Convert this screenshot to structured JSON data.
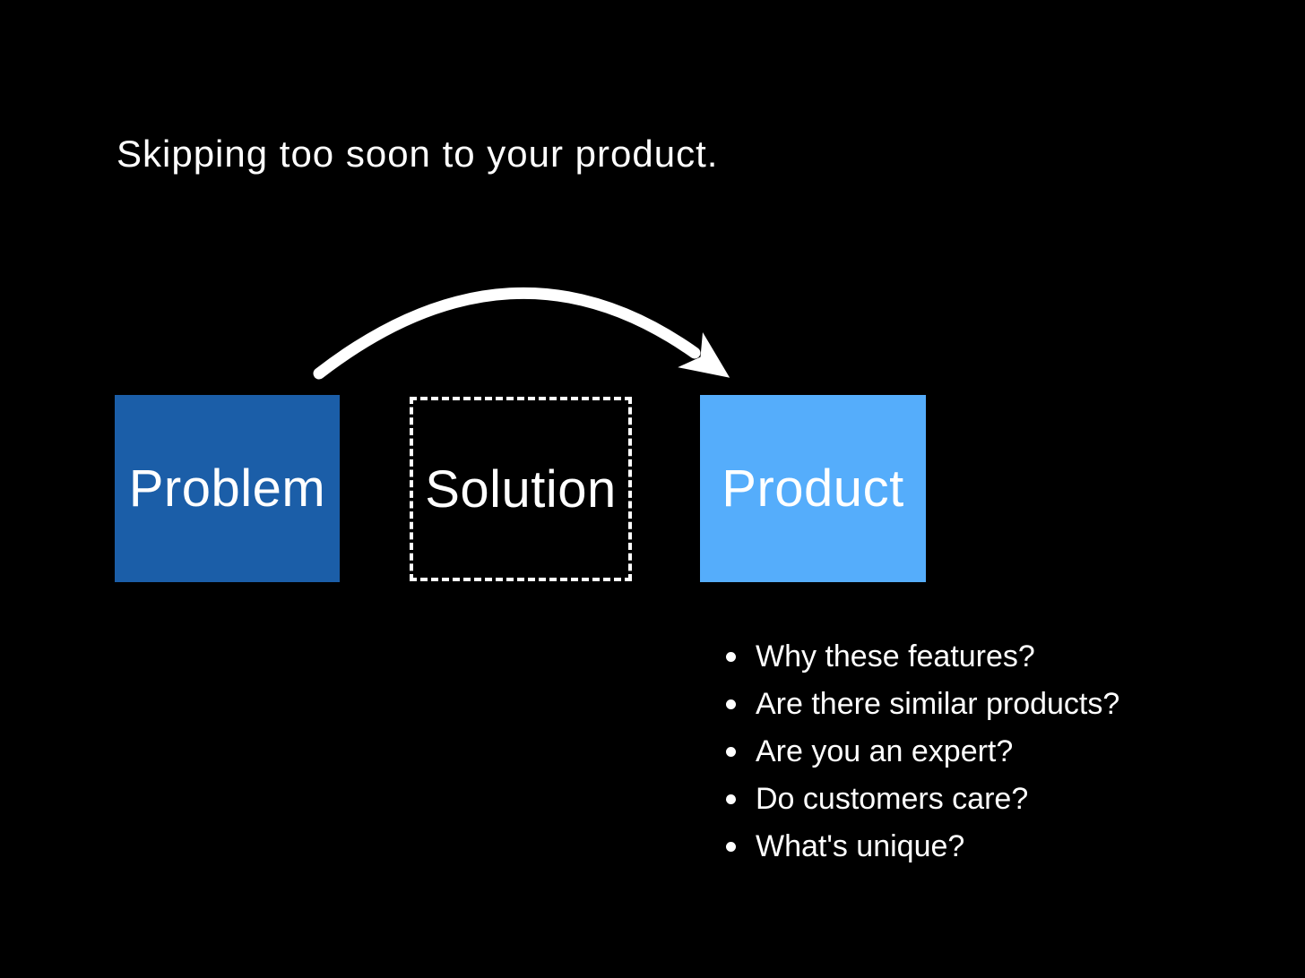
{
  "slide": {
    "title": "Skipping too soon to your product.",
    "background_color": "#000000",
    "text_color": "#ffffff",
    "boxes": {
      "problem": {
        "label": "Problem",
        "fill": "#1b5ea8",
        "border_style": "solid"
      },
      "solution": {
        "label": "Solution",
        "fill": "none",
        "border_style": "dashed",
        "border_color": "#ffffff"
      },
      "product": {
        "label": "Product",
        "fill": "#55adfb",
        "border_style": "solid"
      }
    },
    "arrow": {
      "semantic": "curved-arrow-skipping-from-problem-over-solution-to-product",
      "color": "#ffffff"
    },
    "bullets": [
      "Why these features?",
      "Are there similar products?",
      "Are you an expert?",
      "Do customers care?",
      "What's unique?"
    ]
  }
}
